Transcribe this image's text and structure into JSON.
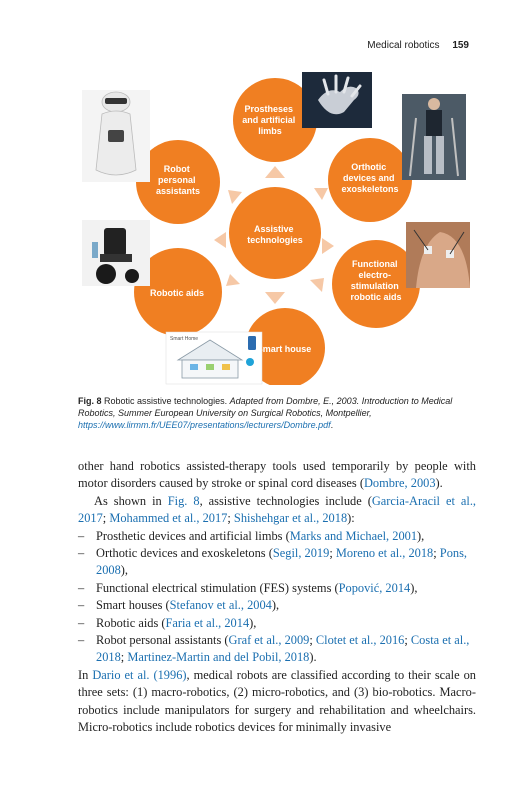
{
  "header": {
    "running_title": "Medical robotics",
    "page_number": "159"
  },
  "figure": {
    "center_label": [
      "Assistive",
      "technologies"
    ],
    "nodes": [
      {
        "label": [
          "Prostheses",
          "and artificial",
          "limbs"
        ]
      },
      {
        "label": [
          "Orthotic",
          "devices and",
          "exoskeletons"
        ]
      },
      {
        "label": [
          "Functional",
          "electro-",
          "stimulation",
          "robotic aids"
        ]
      },
      {
        "label": [
          "Smart house"
        ]
      },
      {
        "label": [
          "Robotic aids"
        ]
      },
      {
        "label": [
          "Robot",
          "personal",
          "assistants"
        ]
      }
    ],
    "smart_home_label": "Smart Home",
    "colors": {
      "node": "#f07f22",
      "center": "#f07f22",
      "arrow": "#f6c8a6"
    }
  },
  "caption": {
    "fig_label": "Fig. 8",
    "title": "Robotic assistive technologies.",
    "source": "Adapted from Dombre, E., 2003. Introduction to Medical Robotics, Summer European University on Surgical Robotics, Montpellier,",
    "url": "https://www.lirmm.fr/UEE07/presentations/lecturers/Dombre.pdf",
    "end": "."
  },
  "body": {
    "p1": {
      "text": "other hand robotics assisted-therapy tools used temporarily by people with motor disorders caused by stroke or spinal cord diseases (",
      "cite": "Dombre, 2003",
      "end": ")."
    },
    "p2": {
      "pre": "As shown in ",
      "fig_ref": "Fig. 8",
      "mid": ", assistive technologies include (",
      "c1": "Garcia-Aracil et al., 2017",
      "s1": "; ",
      "c2": "Mohammed et al., 2017",
      "s2": "; ",
      "c3": "Shishehgar et al., 2018",
      "end": "):"
    },
    "items": [
      {
        "text": "Prosthetic devices and artificial limbs (",
        "cites": [
          "Marks and Michael, 2001"
        ],
        "end": "),"
      },
      {
        "text": "Orthotic devices and exoskeletons (",
        "cites": [
          "Segil, 2019",
          "Moreno et al., 2018",
          "Pons, 2008"
        ],
        "end": "),"
      },
      {
        "text": "Functional electrical stimulation (FES) systems (",
        "cites": [
          "Popović, 2014"
        ],
        "end": "),"
      },
      {
        "text": "Smart houses (",
        "cites": [
          "Stefanov et al., 2004"
        ],
        "end": "),"
      },
      {
        "text": "Robotic aids (",
        "cites": [
          "Faria et al., 2014"
        ],
        "end": "),"
      },
      {
        "text": "Robot personal assistants (",
        "cites": [
          "Graf et al., 2009",
          "Clotet et al., 2016",
          "Costa et al., 2018",
          "Martinez-Martin and del Pobil, 2018"
        ],
        "end": ")."
      }
    ],
    "p3": {
      "pre": "In ",
      "cite": "Dario et al. (1996)",
      "text": ", medical robots are classified according to their scale on three sets: (1) macro-robotics, (2) micro-robotics, and (3) bio-robotics. Macro-robotics include manipulators for surgery and rehabilitation and wheelchairs. Micro-robotics include robotics devices for minimally invasive"
    }
  }
}
